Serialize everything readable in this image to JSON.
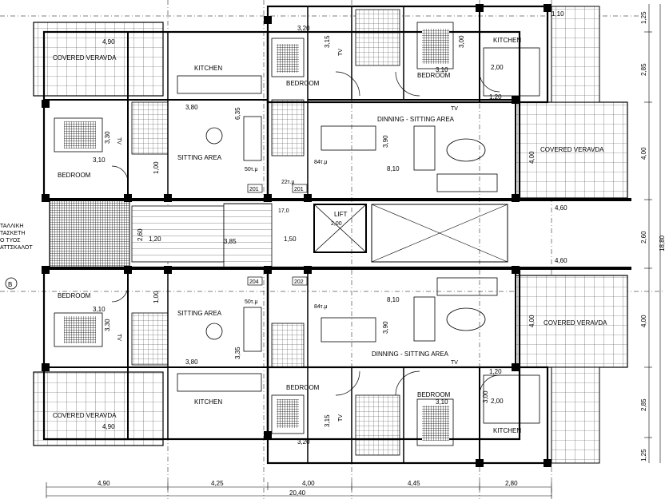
{
  "rooms": {
    "kitchen_nw": "KITCHEN",
    "kitchen_ne": "KITCHEN",
    "kitchen_sw": "KITCHEN",
    "kitchen_se": "KITCHEN",
    "bedroom_w_top": "BEDROOM",
    "bedroom_w_bot": "BEDROOM",
    "bedroom_c_top": "BEDROOM",
    "bedroom_c_bot": "BEDROOM",
    "bedroom_e_top": "BEDROOM",
    "bedroom_e_bot": "BEDROOM",
    "sitting_top": "SITTING AREA",
    "sitting_bot": "SITTING AREA",
    "dinning_top": "DINNING - SITTING AREA",
    "dinning_bot": "DINNING - SITTING AREA",
    "veranda_nw": "COVERED VERAVDA",
    "veranda_sw": "COVERED VERAVDA",
    "veranda_e_top": "COVERED VERAVDA",
    "veranda_e_bot": "COVERED VERAVDA",
    "lift": "LIFT",
    "lift_size": "2,00"
  },
  "unit_ids": [
    "201",
    "201",
    "204",
    "202"
  ],
  "areas": [
    "50τ.μ",
    "84τ.μ",
    "22τ.μ",
    "50τ.μ",
    "84τ.μ",
    "17,0"
  ],
  "tv": "TV",
  "left_note": [
    "ΤΑΛΛΙΚΗ",
    "ΤΑΣΚΕΤΗ",
    "Ο ΤΥΟΣ",
    "ΑΤΤΣΚΑΛΟΤ"
  ],
  "section_marker": "B",
  "room_dims": {
    "d320a": "3,20",
    "d315a": "3,15",
    "d300a": "3,00",
    "d310a": "3,10",
    "d200a": "2,00",
    "d120a": "1,20",
    "d110a": "1,10",
    "d380a": "3,80",
    "d330a": "3,30",
    "d310b": "3,10",
    "d390a": "3,90",
    "d810a": "8,10",
    "d400a": "4,00",
    "d460a": "4,60",
    "d150": "1,50",
    "d260a": "2,60",
    "d120b": "1,20",
    "d385": "3,85",
    "d490a": "4,90",
    "d635": "6,35",
    "d100a": "1,00",
    "d460b": "4,60",
    "d810b": "8,10",
    "d390b": "3,90",
    "d400b": "4,00",
    "d330b": "3,30",
    "d310c": "3,10",
    "d380b": "3,80",
    "d100b": "1,00",
    "d335": "3,35",
    "d320b": "3,20",
    "d315b": "3,15",
    "d300b": "3,00",
    "d310d": "3,10",
    "d120c": "1,20",
    "d200b": "2,00",
    "d490b": "4,90",
    "d1100": "1,10"
  },
  "bottom_dims": [
    "4,90",
    "4,25",
    "4,00",
    "4,45",
    "2,80"
  ],
  "bottom_total": "20,40",
  "right_dims": [
    "1,25",
    "2,85",
    "4,00",
    "2,60",
    "4,00",
    "2,85",
    "1,25"
  ],
  "right_total": "18,80"
}
